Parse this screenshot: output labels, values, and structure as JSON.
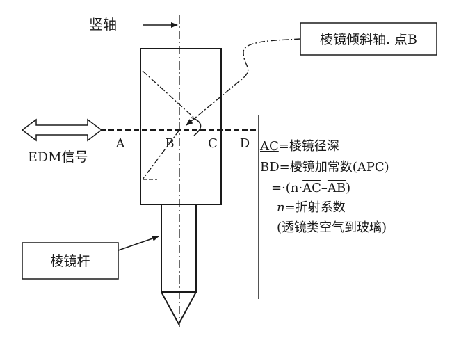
{
  "labels": {
    "vertical_axis": "竖轴",
    "tilt_axis": "棱镜倾斜轴. 点B",
    "edm_signal": "EDM信号",
    "prism_rod": "棱镜杆",
    "point_a": "A",
    "point_b": "B",
    "point_c": "C",
    "point_d": "D"
  },
  "legend": {
    "line1_abbr": "AC",
    "line1_rest": "=棱镜径深",
    "line2": "BD=棱镜加常数(APC)",
    "line3_prefix": "=·(n·",
    "line3_ac": "AC",
    "line3_dash": "–",
    "line3_ab": "AB",
    "line3_suffix": ")",
    "line4_n": "n",
    "line4_rest": "=折射系数",
    "line5": "(透镜类空气到玻璃)"
  },
  "colors": {
    "line": "#1a1a1a",
    "background": "#ffffff"
  }
}
